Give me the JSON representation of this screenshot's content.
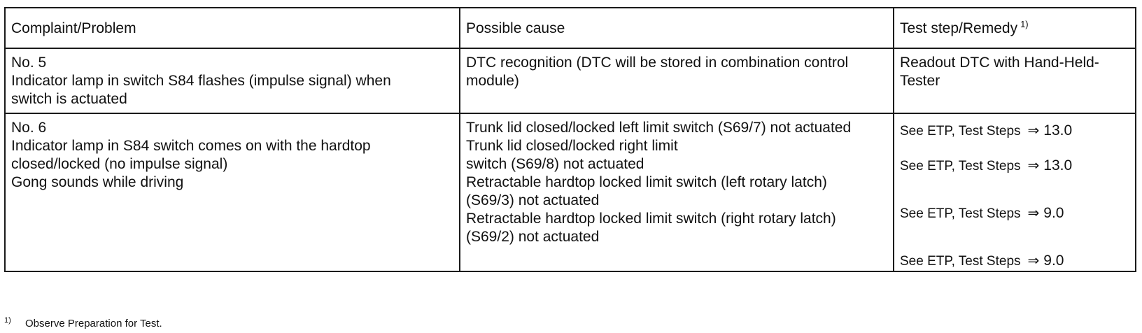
{
  "table": {
    "headers": {
      "complaint": "Complaint/Problem",
      "cause": "Possible cause",
      "remedy": "Test step/Remedy",
      "remedy_footnote_mark": "1)"
    },
    "rows": [
      {
        "complaint": [
          "No. 5",
          "Indicator lamp in switch S84 flashes (impulse signal) when",
          "switch is actuated"
        ],
        "cause": [
          "DTC recognition (DTC will be stored in combination control",
          "module)"
        ],
        "remedy": [
          "Readout DTC with Hand-Held-",
          "Tester"
        ]
      },
      {
        "complaint": [
          "No. 6",
          "Indicator lamp in S84 switch comes on with the hardtop",
          "closed/locked (no impulse signal)",
          "Gong sounds while driving"
        ],
        "cause": [
          "Trunk lid closed/locked left limit switch (S69/7) not actuated",
          "Trunk lid closed/locked right limit",
          "switch (S69/8) not actuated",
          "Retractable hardtop locked limit switch (left rotary latch)",
          "(S69/3) not actuated",
          "Retractable hardtop locked limit switch (right rotary latch)",
          "(S69/2) not actuated"
        ],
        "remedy": [
          {
            "text": "See ETP, Test Steps",
            "arrow": "⇒",
            "step": "13.0"
          },
          {
            "text": "See ETP, Test Steps",
            "arrow": "⇒",
            "step": "13.0"
          },
          {
            "text": "See ETP, Test Steps",
            "arrow": "⇒",
            "step": "9.0"
          },
          {
            "text": "See ETP, Test Steps",
            "arrow": "⇒",
            "step": "9.0"
          }
        ]
      }
    ]
  },
  "footnote": {
    "mark": "1)",
    "text": "Observe Preparation for Test."
  }
}
